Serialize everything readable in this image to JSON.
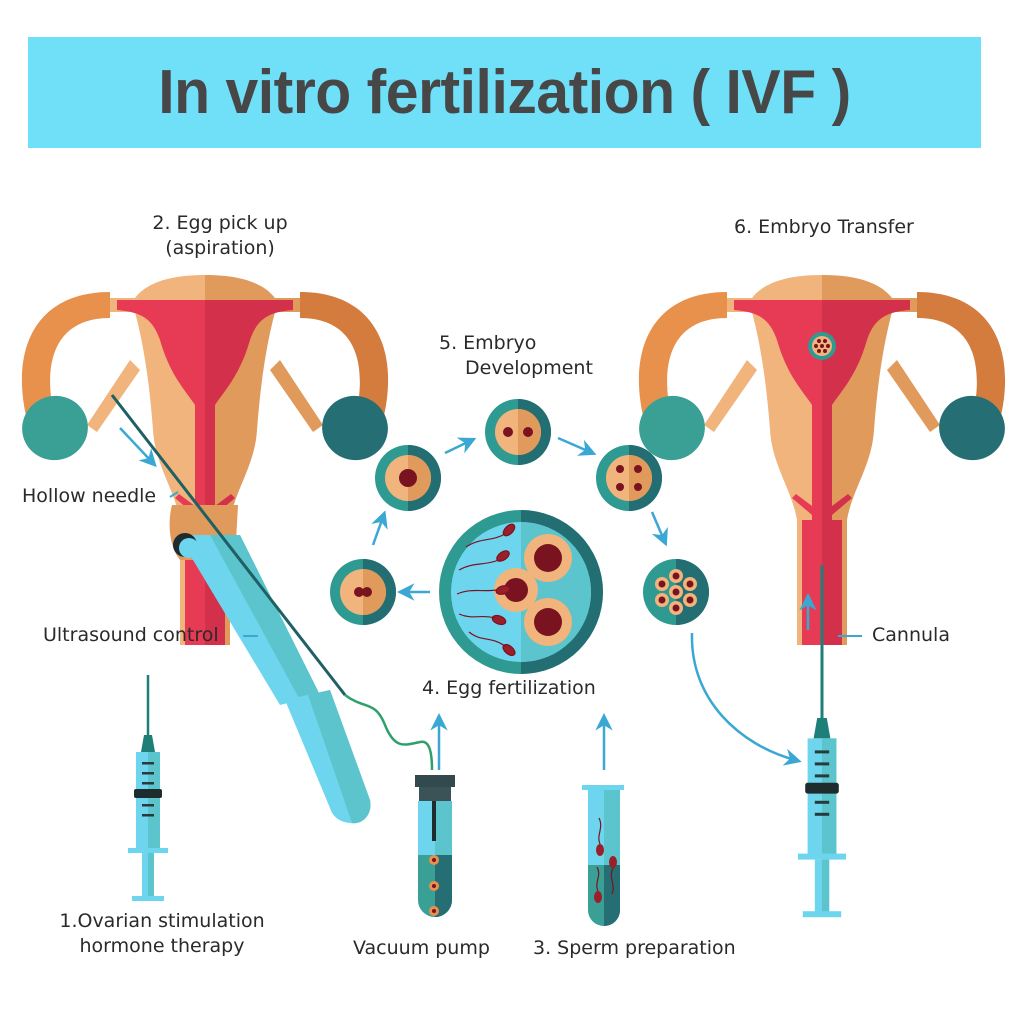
{
  "title": "In vitro fertilization ( IVF )",
  "colors": {
    "title_bar_bg": "#6fe0f8",
    "title_text": "#474747",
    "uterus_light": "#f0b47c",
    "uterus_dark": "#e09a5c",
    "tube_light": "#e8914c",
    "tube_dark": "#d37c3e",
    "cavity_light": "#e63a55",
    "cavity_dark": "#d3304c",
    "ovary_left": "#3aa096",
    "ovary_right": "#256e73",
    "instrument_light": "#6dd6ee",
    "instrument_dark": "#5cc4cc",
    "arrow": "#3ba7d3",
    "nucleus": "#7a1320",
    "cell_ring": "#2e9a91",
    "cell_ring_dark": "#236e72"
  },
  "steps": {
    "step1": {
      "line1": "1.Ovarian stimulation",
      "line2": "hormone therapy"
    },
    "step2": {
      "line1": "2. Egg pick up",
      "line2": "(aspiration)"
    },
    "step3": "3. Sperm preparation",
    "step4": "4. Egg fertilization",
    "step5": {
      "line1": "5. Embryo",
      "line2": "Development"
    },
    "step6": "6. Embryo Transfer"
  },
  "callouts": {
    "hollow_needle": "Hollow needle",
    "ultrasound_control": "Ultrasound control",
    "vacuum_pump": "Vacuum pump",
    "cannula": "Cannula"
  }
}
